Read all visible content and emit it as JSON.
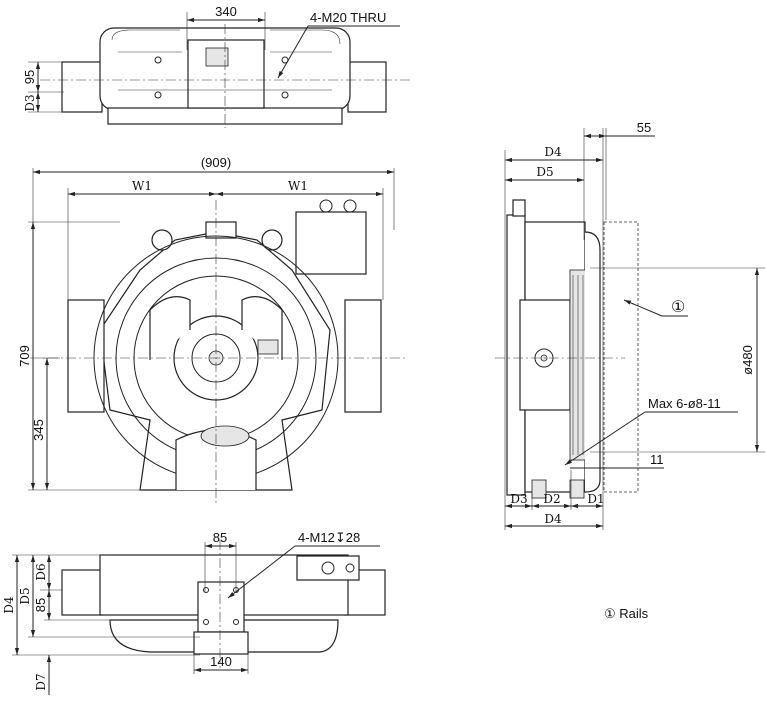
{
  "top_view": {
    "width_dim": "340",
    "hole_note": "4-M20 THRU",
    "height_dim": "95",
    "d3": "D3"
  },
  "front_view": {
    "overall_width": "(909)",
    "w1_left": "W1",
    "w1_right": "W1",
    "overall_height": "709",
    "shaft_height": "345"
  },
  "side_view": {
    "d4_top": "D4",
    "d5_top": "D5",
    "offset_dim": "55",
    "rails_marker": "①",
    "diameter": "ø480",
    "hole_note": "Max 6-ø8-11",
    "dim_11": "11",
    "d3": "D3",
    "d2": "D2",
    "d1": "D1",
    "d4_bottom": "D4"
  },
  "bottom_view": {
    "hole_spacing": "85",
    "hole_note": "4-M12↧28",
    "d4": "D4",
    "d5": "D5",
    "d6": "D6",
    "height_85": "85",
    "d7": "D7",
    "foot_width": "140"
  },
  "legend": {
    "rails": "① Rails"
  }
}
